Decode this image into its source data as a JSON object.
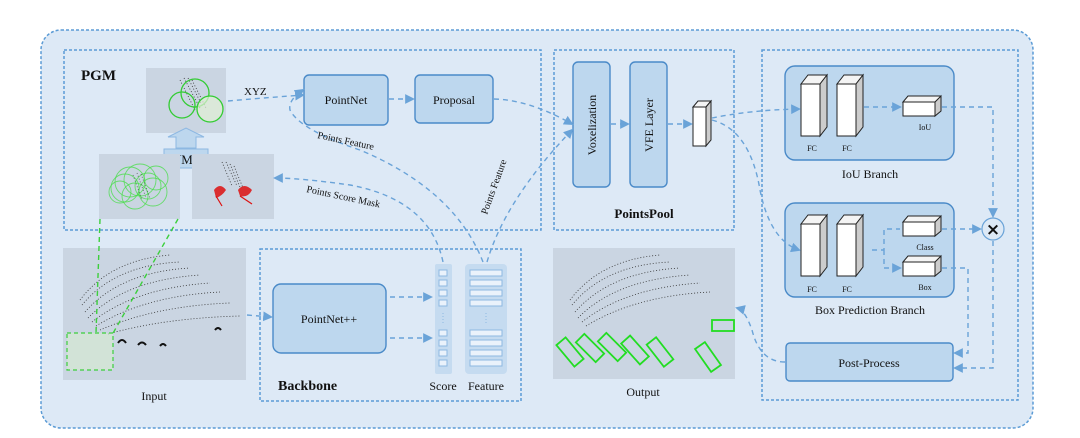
{
  "colors": {
    "background": "#dde9f6",
    "frame": "#5b9bd5",
    "module_fill": "#bdd7ee",
    "module_border": "#4a8ac8",
    "arrow": "#6aa3d8",
    "detection_green": "#22dd22",
    "mask_red": "#dd1111"
  },
  "sections": {
    "pgm": {
      "title": "PGM",
      "nms_label": "NMS",
      "xyz_label": "XYZ",
      "pointnet_label": "PointNet",
      "proposal_label": "Proposal"
    },
    "pointspool": {
      "title": "PointsPool",
      "voxelization_label": "Voxelization",
      "vfe_label": "VFE Layer"
    },
    "backbone": {
      "title": "Backbone",
      "pointnetpp_label": "PointNet++",
      "score_label": "Score",
      "feature_label": "Feature"
    },
    "iou_branch": {
      "title": "IoU Branch",
      "fc1": "FC",
      "fc2": "FC",
      "out_label": "IoU"
    },
    "box_branch": {
      "title": "Box Prediction Branch",
      "fc1": "FC",
      "fc2": "FC",
      "class_label": "Class",
      "box_label": "Box"
    },
    "postprocess": {
      "label": "Post-Process"
    },
    "multiply": {
      "symbol": "×"
    },
    "input": {
      "label": "Input"
    },
    "output": {
      "label": "Output"
    }
  },
  "edges": {
    "points_feature_1": "Points Feature",
    "points_score_mask": "Points Score Mask",
    "points_feature_2": "Points Feature"
  }
}
